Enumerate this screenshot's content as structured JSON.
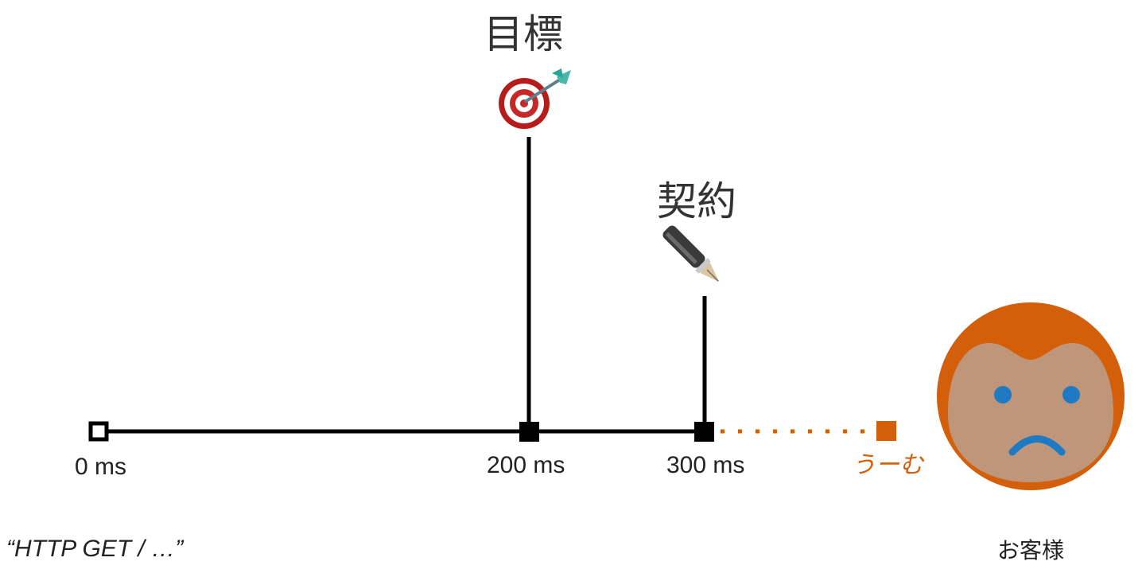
{
  "timeline": {
    "ticks": [
      {
        "label": "0 ms",
        "value": 0
      },
      {
        "label": "200 ms",
        "value": 200
      },
      {
        "label": "300 ms",
        "value": 300
      }
    ],
    "late_label": "うーむ",
    "late_color": "#d35f0a",
    "axis_color": "#000000"
  },
  "markers": {
    "goal": {
      "title": "目標",
      "icon": "dart-target-icon",
      "at_ms": 200
    },
    "contract": {
      "title": "契約",
      "icon": "fountain-pen-icon",
      "at_ms": 300
    }
  },
  "request": {
    "label": "“HTTP GET / …”"
  },
  "customer": {
    "label": "お客様",
    "icon": "sad-face-icon",
    "hair_color": "#d35f0a",
    "skin_color": "#c0967a",
    "feature_color": "#1f7ac4"
  }
}
